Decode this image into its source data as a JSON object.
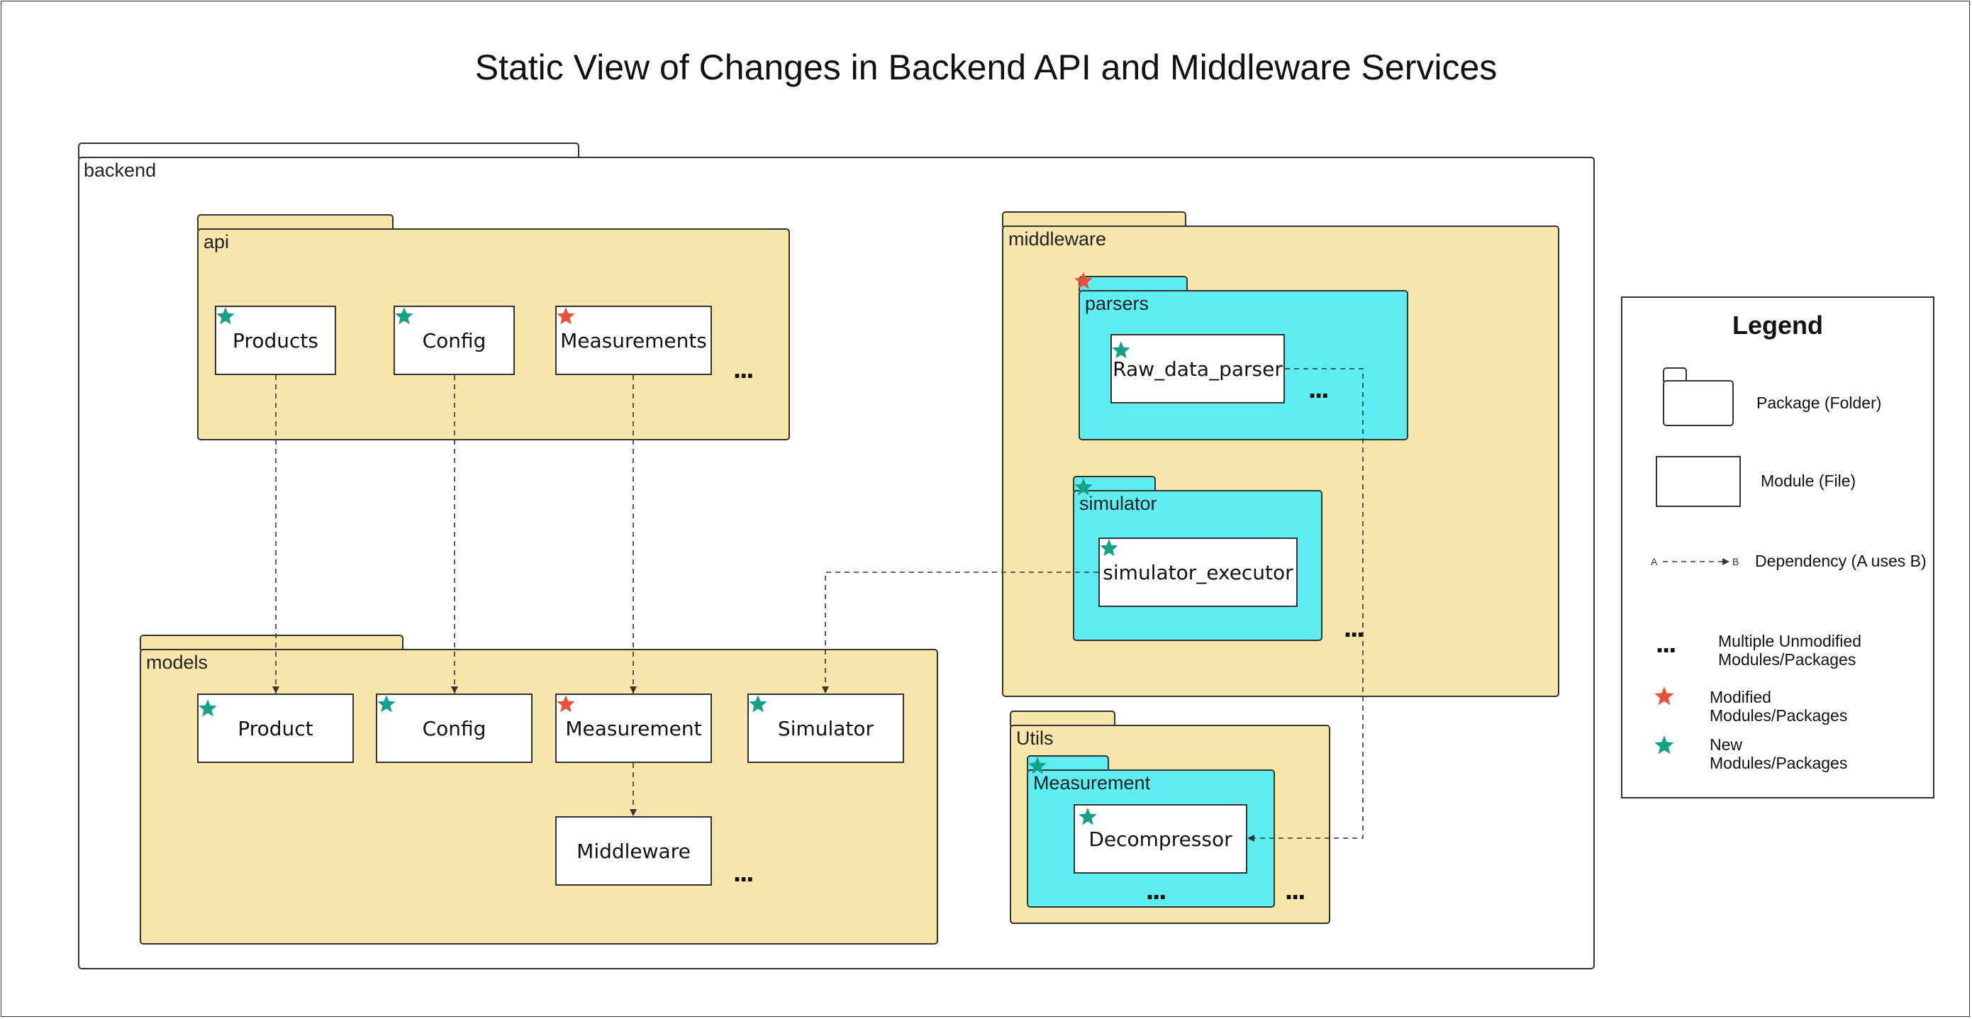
{
  "title": "Static View of Changes in Backend API and Middleware Services",
  "colors": {
    "package_fill": "#f7e6aa",
    "subpackage_fill": "#5eedf0",
    "module_fill": "#ffffff",
    "modified_star": "#e8503a",
    "new_star": "#16a085",
    "border": "#333333"
  },
  "packages": {
    "backend": {
      "label": "backend"
    },
    "api": {
      "label": "api",
      "modules": [
        {
          "label": "Products",
          "status": "new"
        },
        {
          "label": "Config",
          "status": "new"
        },
        {
          "label": "Measurements",
          "status": "modified"
        }
      ],
      "more": "..."
    },
    "models": {
      "label": "models",
      "modules": [
        {
          "label": "Product",
          "status": "new"
        },
        {
          "label": "Config",
          "status": "new"
        },
        {
          "label": "Measurement",
          "status": "modified"
        },
        {
          "label": "Simulator",
          "status": "new"
        },
        {
          "label": "Middleware",
          "status": "unmodified"
        }
      ],
      "more": "..."
    },
    "middleware": {
      "label": "middleware",
      "more": "...",
      "parsers": {
        "label": "parsers",
        "status": "modified",
        "modules": [
          {
            "label": "Raw_data_parser",
            "status": "new"
          }
        ],
        "more": "..."
      },
      "simulator": {
        "label": "simulator",
        "status": "new",
        "modules": [
          {
            "label": "simulator_executor",
            "status": "new"
          }
        ]
      }
    },
    "utils": {
      "label": "Utils",
      "more": "...",
      "measurement": {
        "label": "Measurement",
        "status": "new",
        "modules": [
          {
            "label": "Decompressor",
            "status": "new"
          }
        ],
        "more": "..."
      }
    }
  },
  "dependencies": [
    {
      "from": "api.Products",
      "to": "models.Product"
    },
    {
      "from": "api.Config",
      "to": "models.Config"
    },
    {
      "from": "api.Measurements",
      "to": "models.Measurement"
    },
    {
      "from": "models.Measurement",
      "to": "models.Middleware"
    },
    {
      "from": "middleware.simulator.simulator_executor",
      "to": "models.Simulator"
    },
    {
      "from": "middleware.parsers.Raw_data_parser",
      "to": "utils.Measurement.Decompressor"
    }
  ],
  "legend": {
    "title": "Legend",
    "package": "Package (Folder)",
    "module": "Module (File)",
    "dependency": "Dependency (A uses B)",
    "dep_a": "A",
    "dep_b": "B",
    "dots_symbol": "...",
    "dots_line1": "Multiple Unmodified",
    "dots_line2": "Modules/Packages",
    "modified_line1": "Modified",
    "modified_line2": "Modules/Packages",
    "new_line1": "New",
    "new_line2": "Modules/Packages"
  }
}
